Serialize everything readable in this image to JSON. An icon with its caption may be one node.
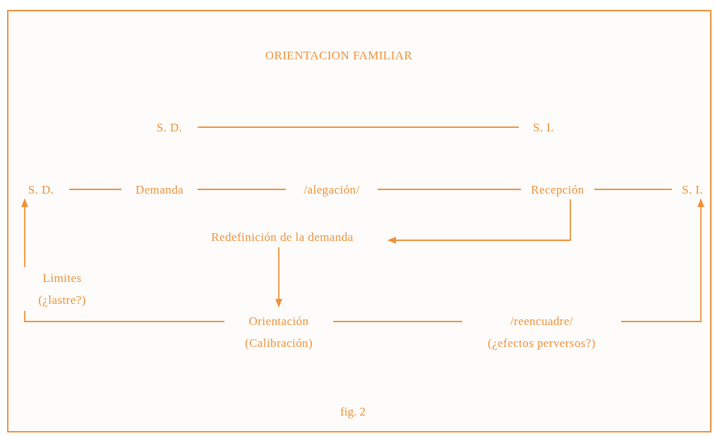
{
  "diagram": {
    "title": "ORIENTACION FAMILIAR",
    "caption": "fig. 2",
    "nodes": [
      {
        "text": [
          "S. D."
        ]
      },
      {
        "text": [
          "S. I."
        ]
      },
      {
        "text": [
          "S. D."
        ]
      },
      {
        "text": [
          "Demanda"
        ]
      },
      {
        "text": [
          "/alegación/"
        ]
      },
      {
        "text": [
          "Recepción"
        ]
      },
      {
        "text": [
          "S. I."
        ]
      },
      {
        "text": [
          "Redefinición de la demanda"
        ]
      },
      {
        "text": [
          "Limites",
          "(¿lastre?)"
        ]
      },
      {
        "text": [
          "Orientación",
          "(Calibración)"
        ]
      },
      {
        "text": [
          "/reencuadre/",
          "(¿efectos perversos?)"
        ]
      }
    ],
    "edges": [
      {
        "from": 0,
        "to": 1,
        "arrow": "none"
      },
      {
        "from": 2,
        "to": 3,
        "arrow": "none"
      },
      {
        "from": 3,
        "to": 4,
        "arrow": "none"
      },
      {
        "from": 4,
        "to": 5,
        "arrow": "none"
      },
      {
        "from": 5,
        "to": 6,
        "arrow": "none"
      },
      {
        "from": 5,
        "to": 7,
        "arrow": "to"
      },
      {
        "from": 7,
        "to": 9,
        "arrow": "to"
      },
      {
        "from": 9,
        "to": 8,
        "arrow": "none"
      },
      {
        "from": 8,
        "to": 2,
        "arrow": "to"
      },
      {
        "from": 9,
        "to": 10,
        "arrow": "none"
      },
      {
        "from": 10,
        "to": 6,
        "arrow": "to"
      }
    ]
  }
}
